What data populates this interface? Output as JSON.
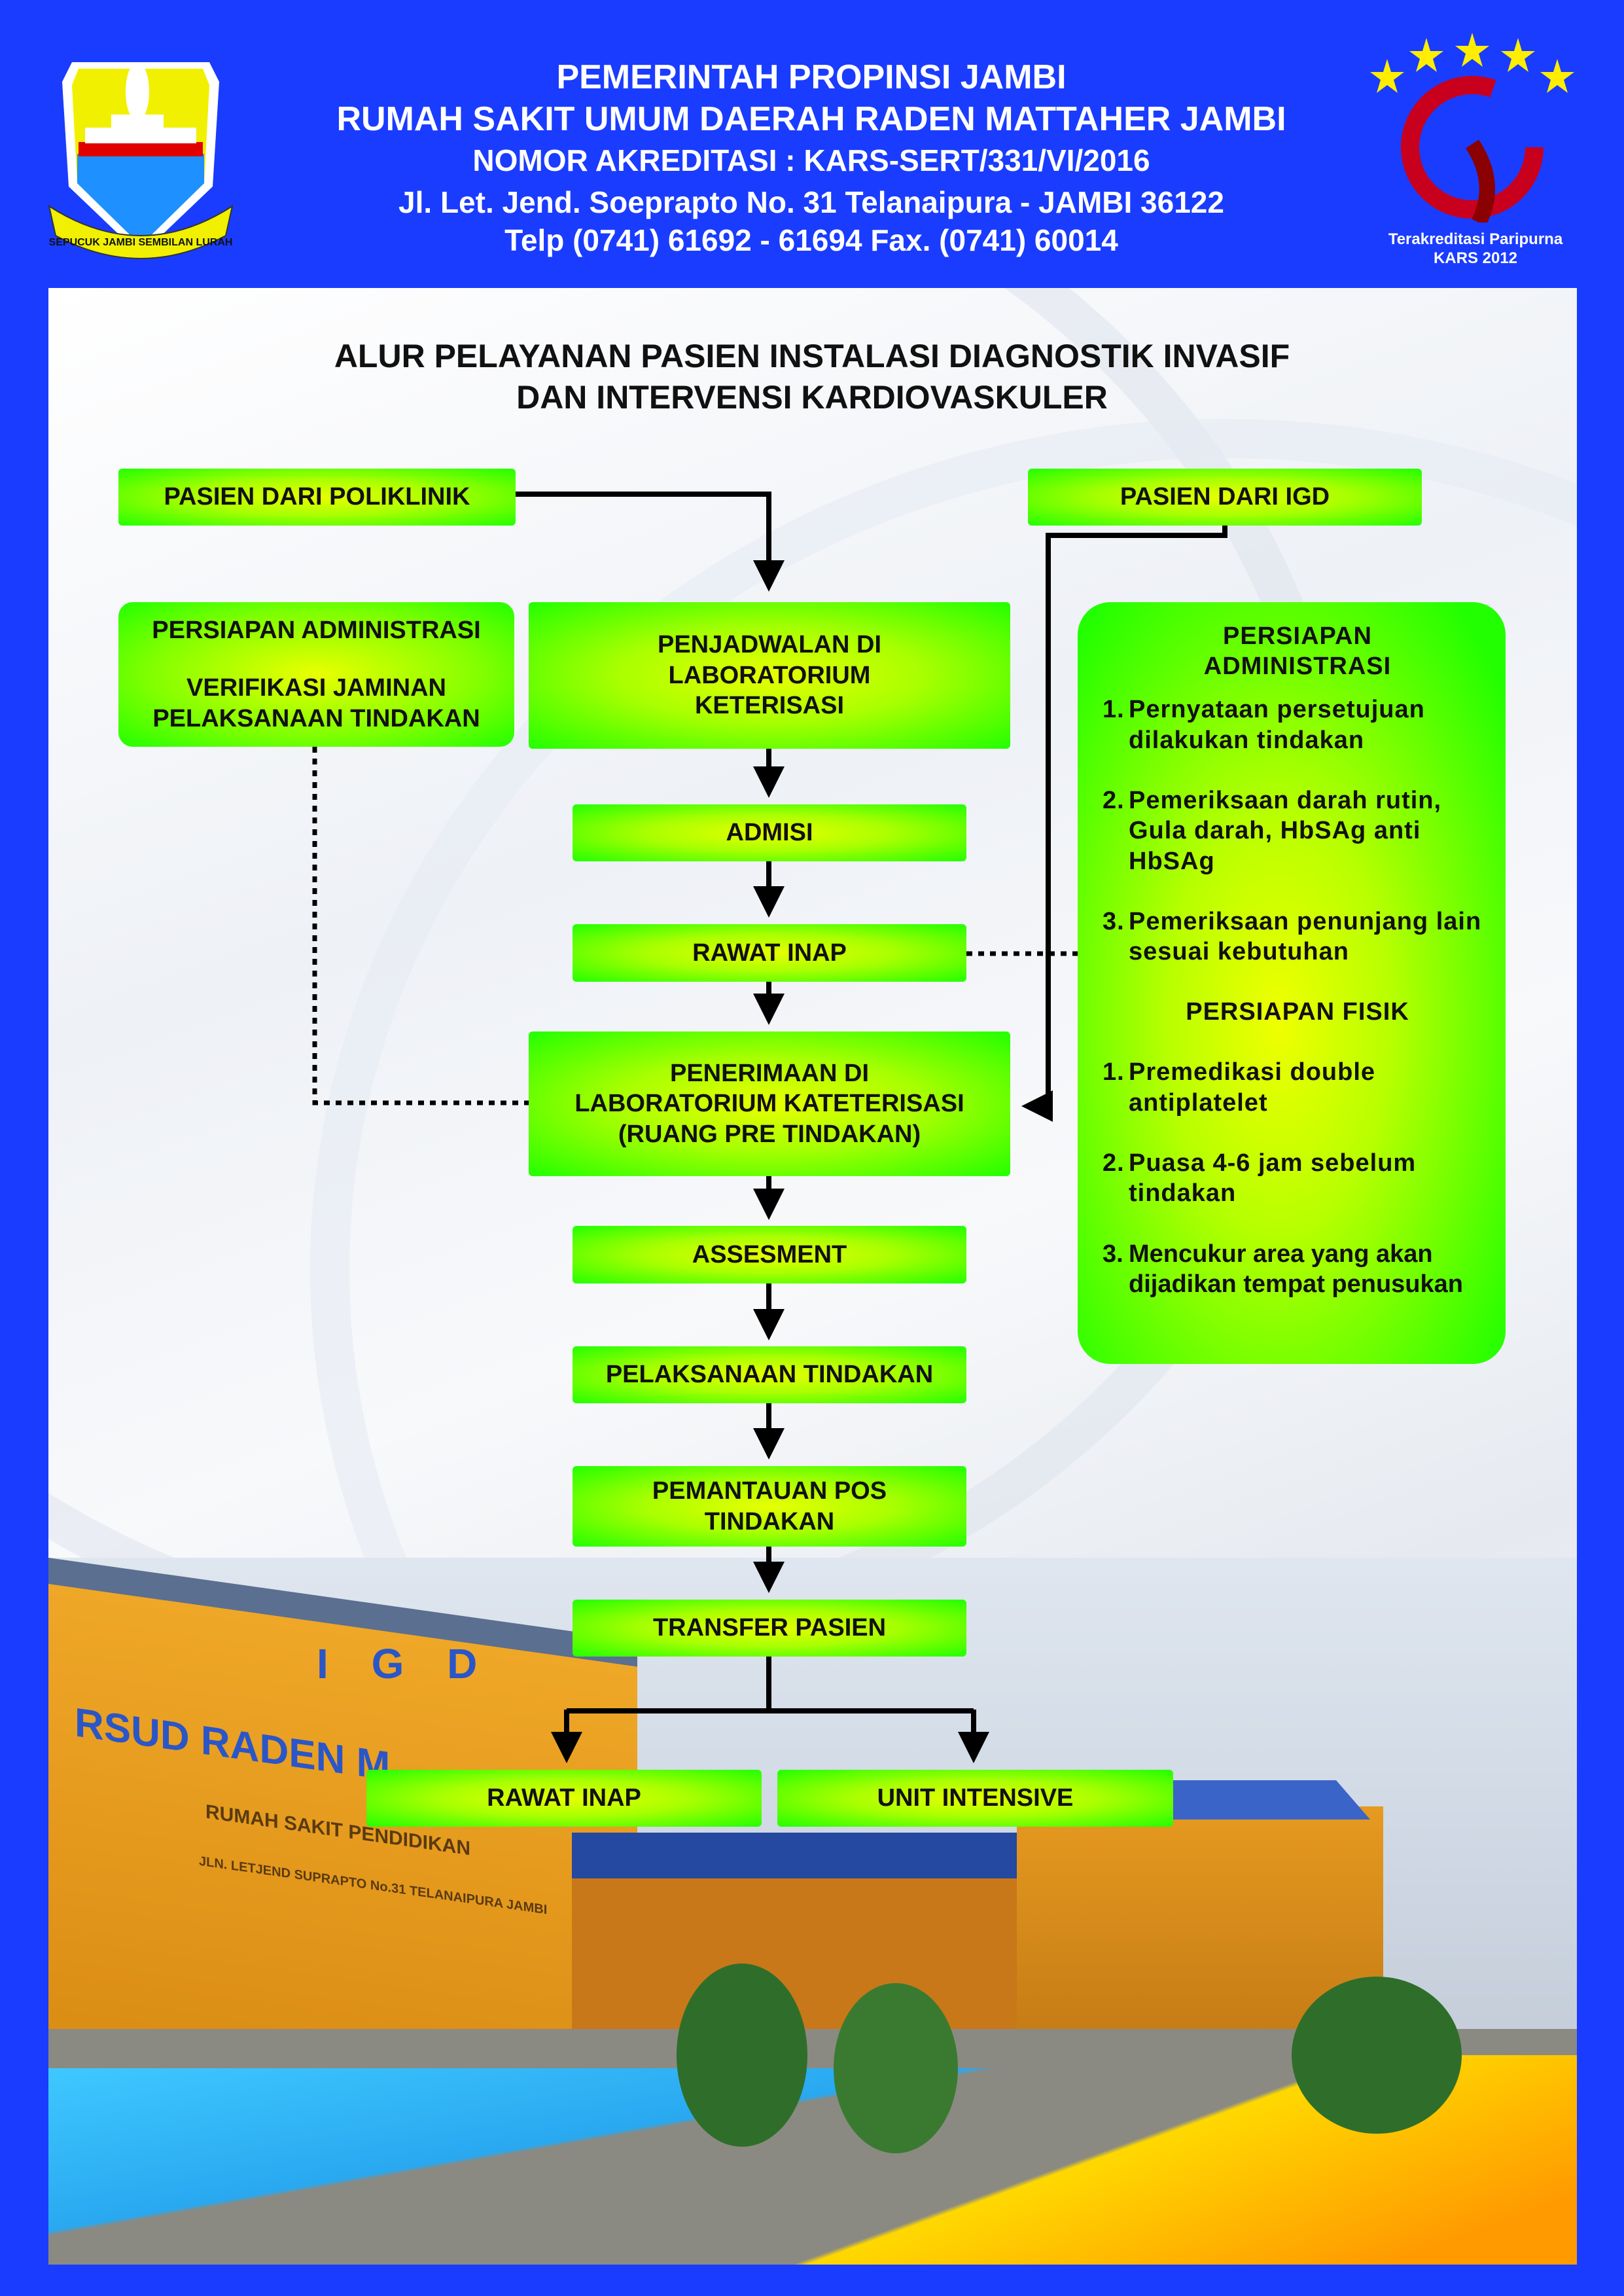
{
  "header": {
    "line1": "PEMERINTAH PROPINSI JAMBI",
    "line2": "RUMAH SAKIT UMUM DAERAH  RADEN MATTAHER JAMBI",
    "line3": "NOMOR AKREDITASI : KARS-SERT/331/VI/2016",
    "line4": "Jl. Let. Jend. Soeprapto  No. 31 Telanaipura - JAMBI 36122",
    "line5": "Telp (0741) 61692 - 61694 Fax. (0741) 60014",
    "logo_left_motto": "SEPUCUK JAMBI SEMBILAN LURAH",
    "accreditation_caption1": "Terakreditasi Paripurna",
    "accreditation_caption2": "KARS 2012"
  },
  "title": {
    "line1": "ALUR PELAYANAN PASIEN INSTALASI DIAGNOSTIK INVASIF",
    "line2": "DAN INTERVENSI KARDIOVASKULER"
  },
  "flow": {
    "poliklinik": "PASIEN DARI POLIKLINIK",
    "igd": "PASIEN DARI IGD",
    "admin_left_1": "PERSIAPAN ADMINISTRASI",
    "admin_left_2": "VERIFIKASI JAMINAN PELAKSANAAN TINDAKAN",
    "penjadwalan": "PENJADWALAN DI LABORATORIUM KETERISASI",
    "admisi": "ADMISI",
    "rawat_inap": "RAWAT INAP",
    "penerimaan": "PENERIMAAN DI LABORATORIUM KATETERISASI (RUANG PRE TINDAKAN)",
    "assesment": "ASSESMENT",
    "pelaksanaan": "PELAKSANAAN TINDAKAN",
    "pemantauan": "PEMANTAUAN POS TINDAKAN",
    "transfer": "TRANSFER PASIEN",
    "rawat_inap_2": "RAWAT INAP",
    "unit_intensive": "UNIT INTENSIVE"
  },
  "right_box": {
    "admin_heading": "PERSIAPAN ADMINISTRASI",
    "admin_items": [
      {
        "n": "1.",
        "text": "Pernyataan persetujuan dilakukan tindakan"
      },
      {
        "n": "2.",
        "text": "Pemeriksaan darah rutin, Gula darah, HbSAg anti HbSAg"
      },
      {
        "n": "3.",
        "text": "Pemeriksaan penunjang lain sesuai kebutuhan"
      }
    ],
    "fisik_heading": "PERSIAPAN FISIK",
    "fisik_items": [
      {
        "n": "1.",
        "text": "Premedikasi double antiplatelet"
      },
      {
        "n": "2.",
        "text": "Puasa 4-6 jam sebelum tindakan"
      },
      {
        "n": "3.",
        "text": "Mencukur area yang akan dijadikan tempat penusukan"
      }
    ]
  },
  "photo": {
    "sign_igd": "I G D",
    "sign_name": "RSUD RADEN M",
    "sign_sub": "RUMAH SAKIT PENDIDIKAN",
    "sign_addr": "JLN. LETJEND SUPRAPTO No.31 TELANAIPURA JAMBI"
  },
  "colors": {
    "header_blue": "#1a3cff",
    "box_green": "#22ff00",
    "box_yellow": "#e8ff00"
  }
}
